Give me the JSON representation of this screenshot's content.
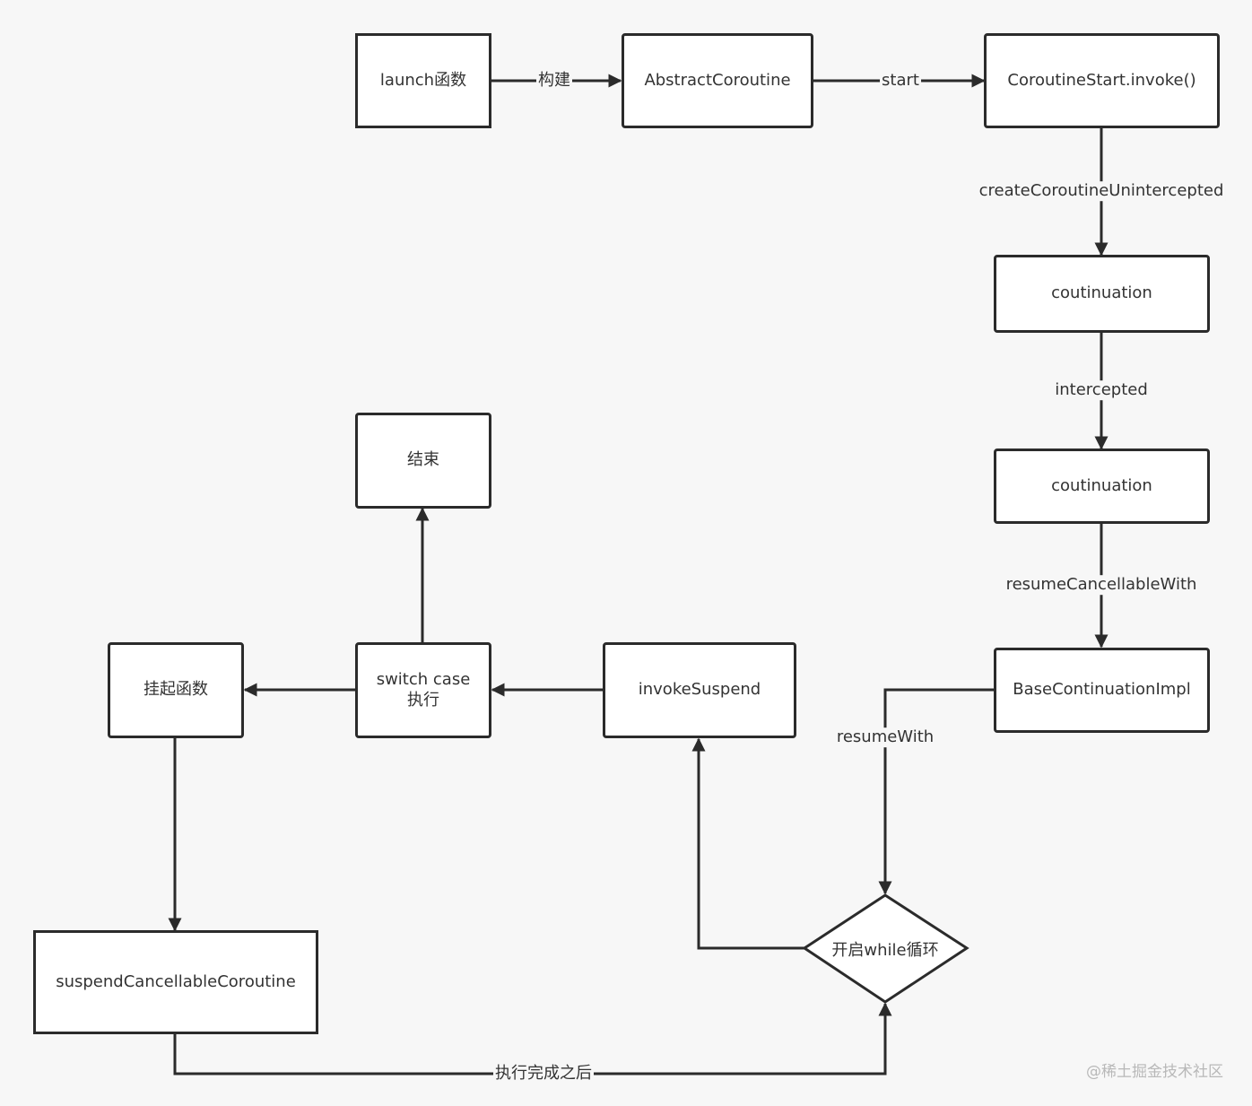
{
  "nodes": {
    "launch": "launch函数",
    "abstract_coroutine": "AbstractCoroutine",
    "coroutine_start_invoke": "CoroutineStart.invoke()",
    "continuation_1": "coutinuation",
    "continuation_2": "coutinuation",
    "base_continuation_impl": "BaseContinuationImpl",
    "invoke_suspend": "invokeSuspend",
    "switch_case": "switch case\n执行",
    "end": "结束",
    "suspend_function": "挂起函数",
    "suspend_cancellable_coroutine": "suspendCancellableCoroutine",
    "while_loop": "开启while循环"
  },
  "edges": {
    "build": "构建",
    "start": "start",
    "create_coroutine_unintercepted": "createCoroutineUnintercepted",
    "intercepted": "intercepted",
    "resume_cancellable_with": "resumeCancellableWith",
    "resume_with": "resumeWith",
    "after_completion": "执行完成之后"
  },
  "watermark": "@稀土掘金技术社区",
  "colors": {
    "stroke": "#2b2b2b",
    "background": "#f7f7f7",
    "node_fill": "#ffffff",
    "text": "#333333",
    "watermark": "#b8b8b8"
  }
}
